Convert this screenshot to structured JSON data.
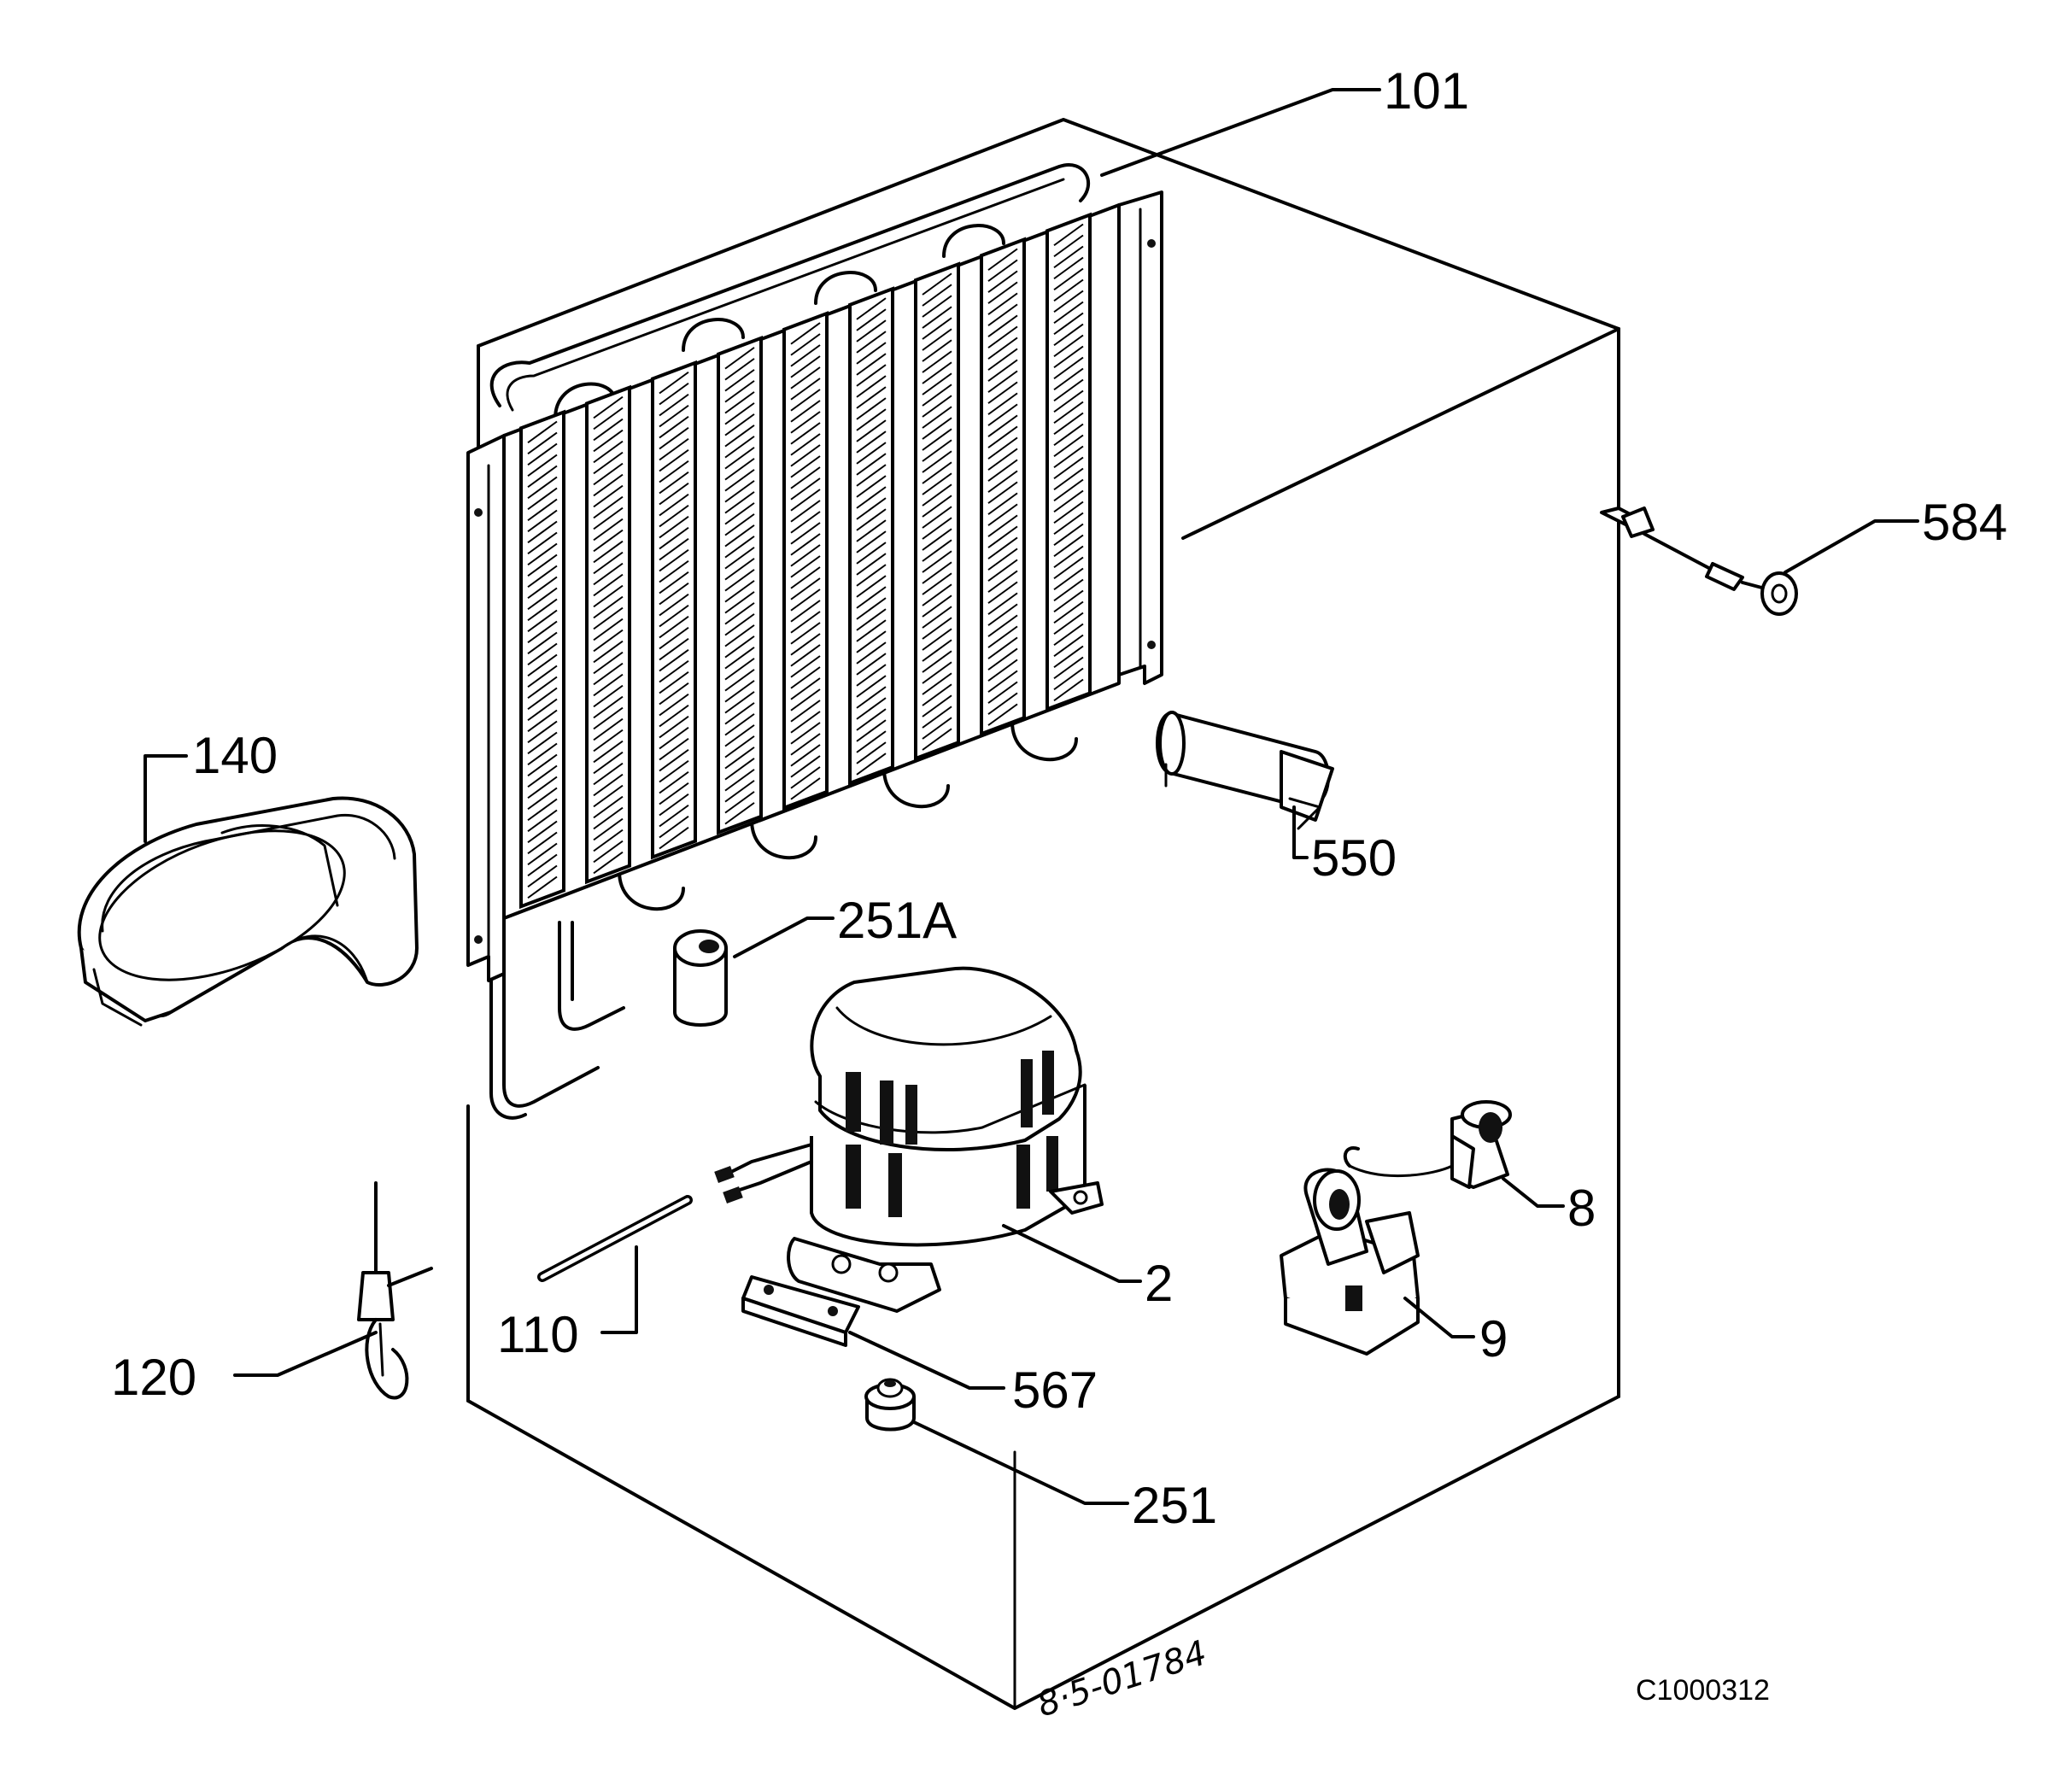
{
  "labels": {
    "p101": "101",
    "p584": "584",
    "p140": "140",
    "p550": "550",
    "p251a": "251A",
    "p8": "8",
    "p2": "2",
    "p9": "9",
    "p110": "110",
    "p120": "120",
    "p567": "567",
    "p251": "251"
  },
  "figure_code": "C1000312",
  "handwritten_ref": "8·5-01784"
}
